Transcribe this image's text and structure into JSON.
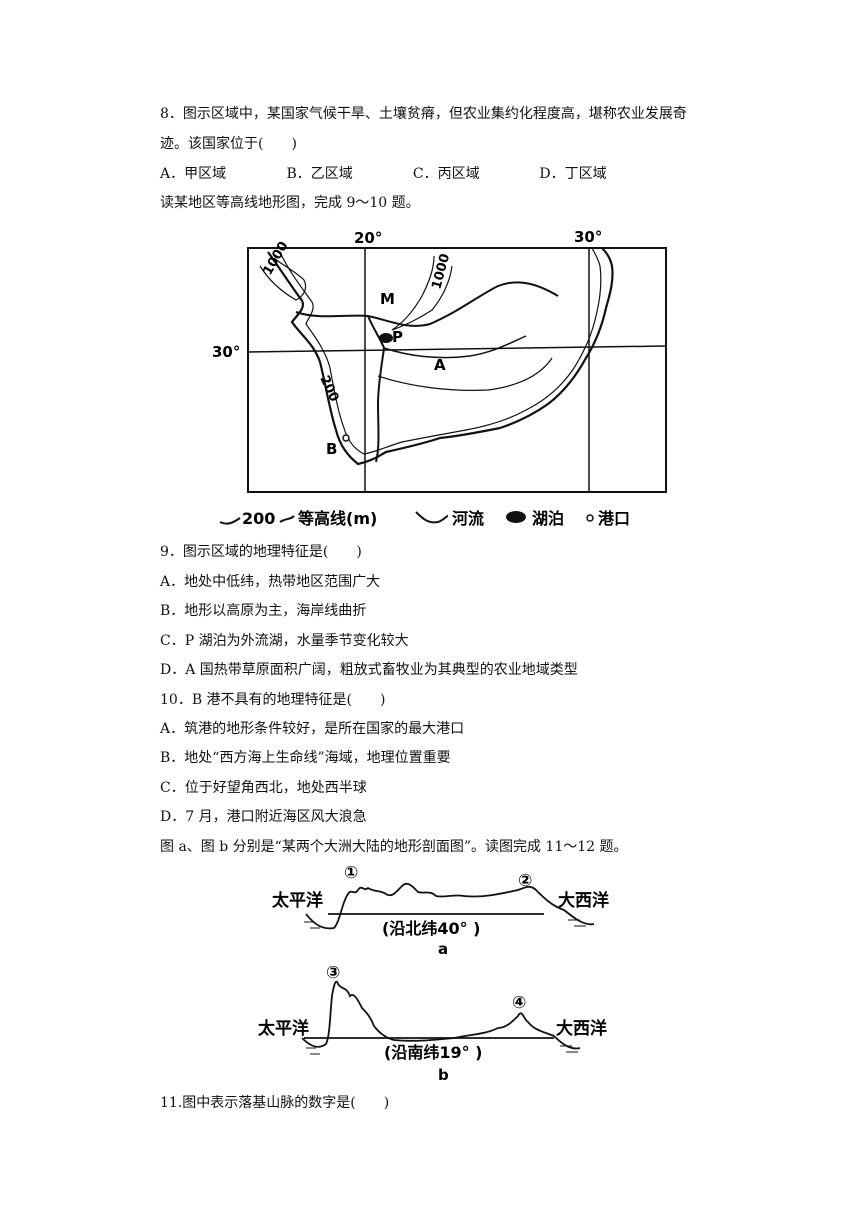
{
  "q8": {
    "line1": "8．图示区域中，某国家气候干旱、土壤贫瘠，但农业集约化程度高，堪称农业发展奇",
    "line2": "迹。该国家位于(　　)",
    "options": [
      "A．甲区域",
      "B．乙区域",
      "C．丙区域",
      "D．丁区域"
    ]
  },
  "intro_9_10": "读某地区等高线地形图，完成 9～10 题。",
  "map": {
    "lon_labels": [
      "20°",
      "30°"
    ],
    "lat_label": "30°",
    "contour_labels": [
      "1000",
      "1000",
      "200"
    ],
    "point_labels": [
      "M",
      "P",
      "A",
      "B"
    ],
    "legend": {
      "contour": "200",
      "contour_label": "等高线(m)",
      "river_label": "河流",
      "lake_label": "湖泊",
      "port_label": "港口"
    }
  },
  "q9": {
    "stem": "9．图示区域的地理特征是(　　)",
    "A": "A．地处中低纬，热带地区范围广大",
    "B": "B．地形以高原为主，海岸线曲折",
    "C": "C．P 湖泊为外流湖，水量季节变化较大",
    "D": "D．A 国热带草原面积广阔，粗放式畜牧业为其典型的农业地域类型"
  },
  "q10": {
    "stem": "10．B 港不具有的地理特征是(　　)",
    "A": "A．筑港的地形条件较好，是所在国家的最大港口",
    "B": "B．地处“西方海上生命线”海域，地理位置重要",
    "C": "C．位于好望角西北，地处西半球",
    "D": "D．7 月，港口附近海区风大浪急"
  },
  "intro_11_12": "图 a、图 b 分别是“某两个大洲大陆的地形剖面图”。读图完成 11～12 题。",
  "profile_a": {
    "left_ocean": "太平洋",
    "right_ocean": "大西洋",
    "caption": "(沿北纬40°  )",
    "label": "a",
    "marks": [
      "①",
      "②"
    ]
  },
  "profile_b": {
    "left_ocean": "太平洋",
    "right_ocean": "大西洋",
    "caption": "(沿南纬19°  )",
    "label": "b",
    "marks": [
      "③",
      "④"
    ]
  },
  "q11": {
    "stem": "11.图中表示落基山脉的数字是(　　)"
  }
}
